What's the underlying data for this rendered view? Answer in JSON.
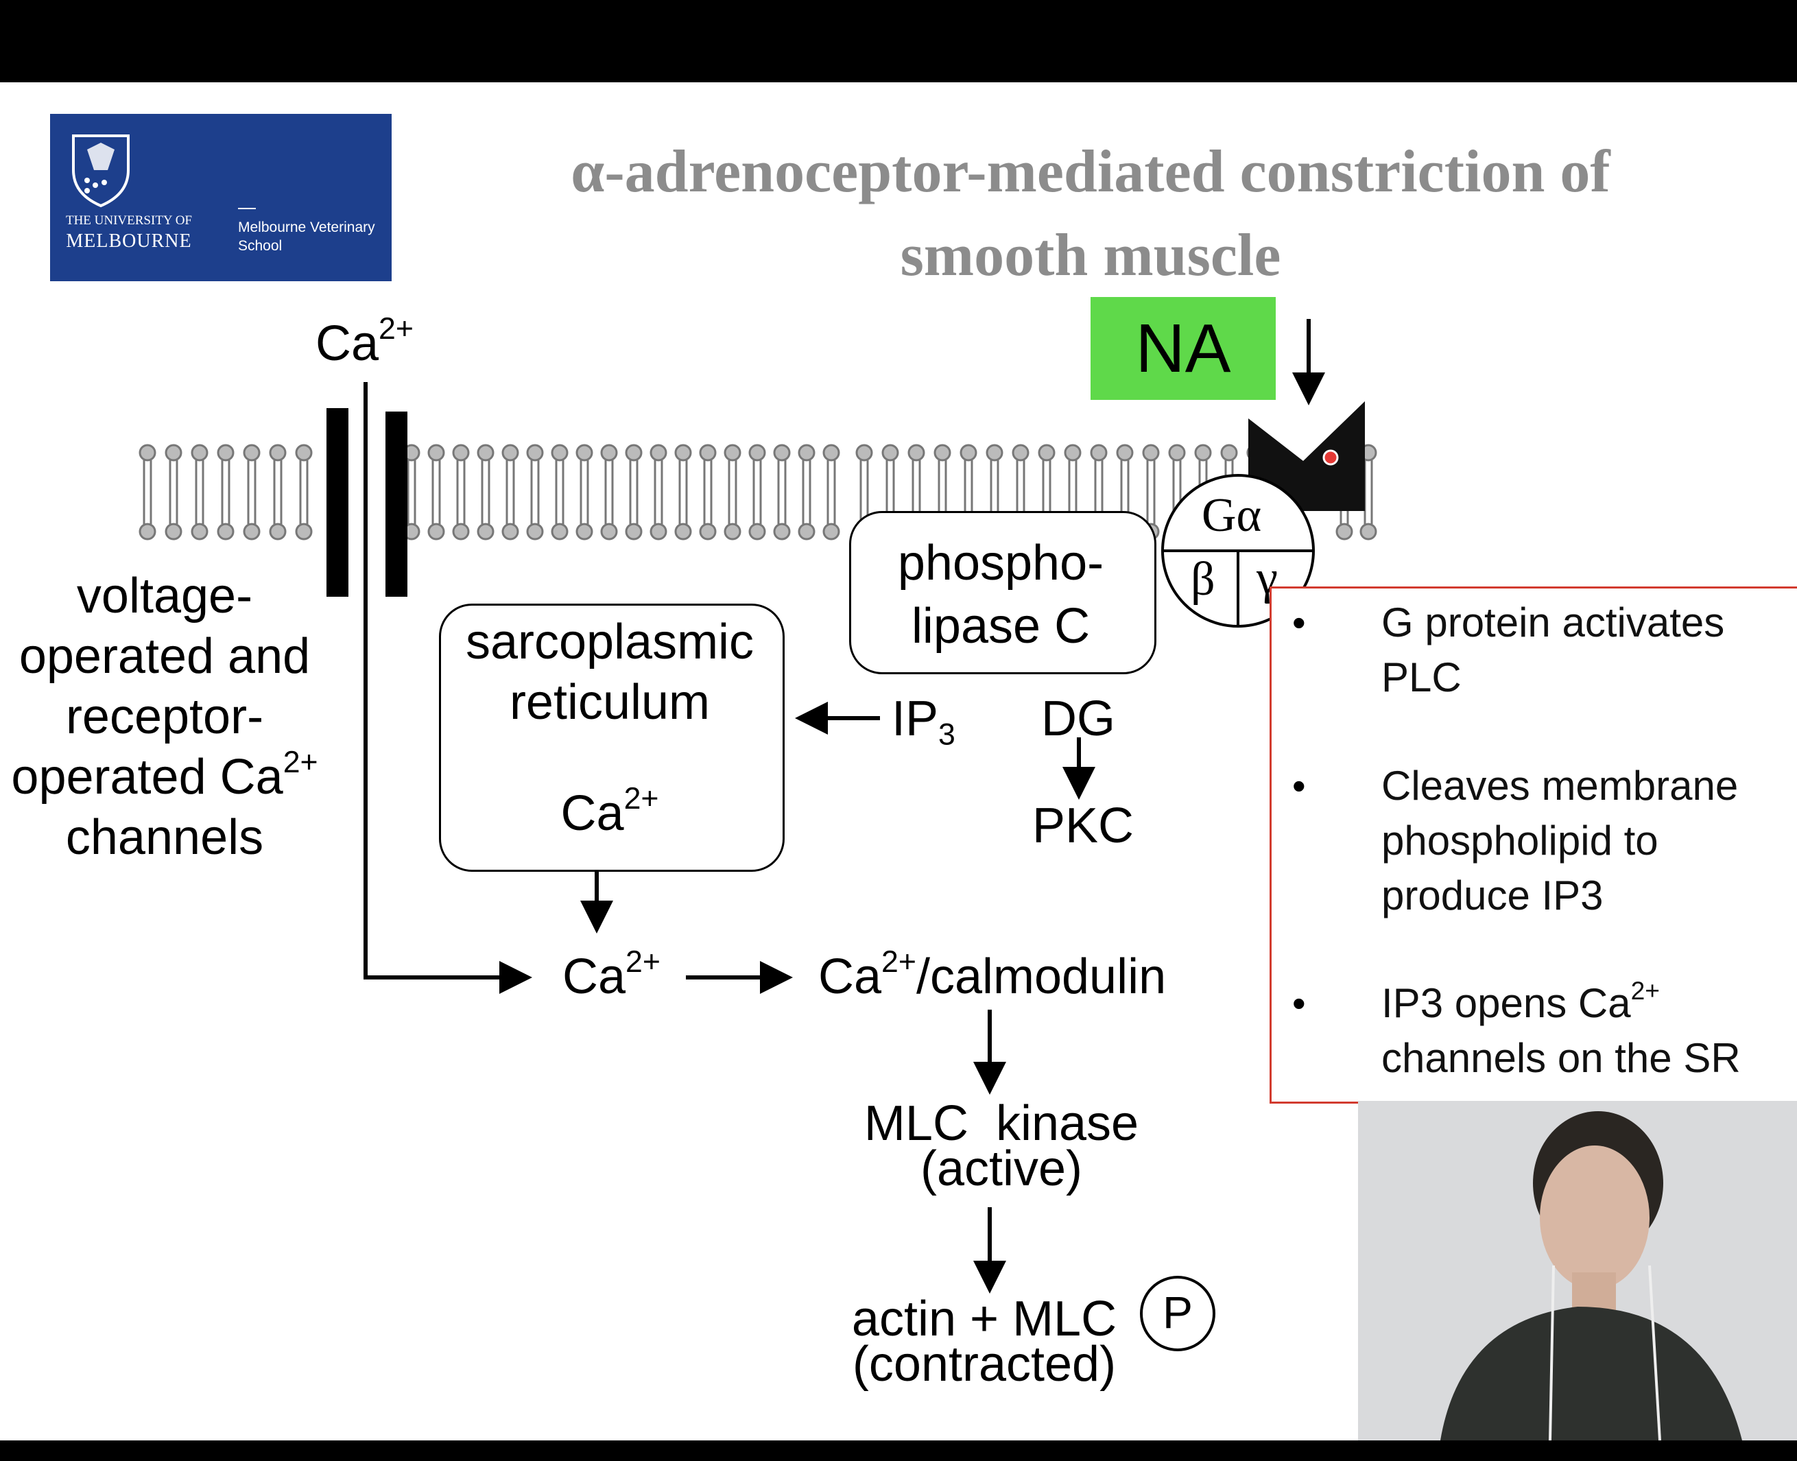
{
  "logo": {
    "university_line1": "THE UNIVERSITY OF",
    "university_line2": "MELBOURNE",
    "school_line1": "Melbourne Veterinary",
    "school_line2": "School",
    "brand_color": "#1d3f8c"
  },
  "title": {
    "line1": "α-adrenoceptor-mediated constriction of",
    "line2": "smooth muscle",
    "color": "#8c8c8c"
  },
  "diagram": {
    "ca_top": "Ca",
    "ca_sup": "2+",
    "channel_label": {
      "line1": "voltage-",
      "line2": "operated and",
      "line3": "receptor-",
      "line4": "operated Ca",
      "line4_sup": "2+",
      "line5": "channels"
    },
    "na_label": "NA",
    "na_color": "#5fd94a",
    "g_alpha": "Gα",
    "g_beta": "β",
    "g_gamma": "γ",
    "plc": {
      "line1": "phospho-",
      "line2": "lipase C"
    },
    "sr": {
      "line1": "sarcoplasmic",
      "line2": "reticulum",
      "ca": "Ca",
      "ca_sup": "2+"
    },
    "ip3": "IP",
    "ip3_sub": "3",
    "dg": "DG",
    "pkc": "PKC",
    "ca_cyt": "Ca",
    "ca_cyt_sup": "2+",
    "calmodulin_pre": "Ca",
    "calmodulin_sup": "2+",
    "calmodulin_post": "/calmodulin",
    "mlck": {
      "line1": "MLC  kinase",
      "line2": "(active)"
    },
    "actin": {
      "line1": "actin + MLC",
      "line2": "(contracted)"
    },
    "phosphate": "P"
  },
  "notes": {
    "border_color": "#d23b2f",
    "bullet_symbol": "•",
    "items": [
      {
        "line1": "G protein activates",
        "line2": "PLC"
      },
      {
        "line1": "Cleaves membrane",
        "line2": "phospholipid to",
        "line3": "produce IP3"
      },
      {
        "line1": "IP3 opens Ca",
        "line1_sup": "2+",
        "line2": "channels on the SR"
      }
    ]
  }
}
